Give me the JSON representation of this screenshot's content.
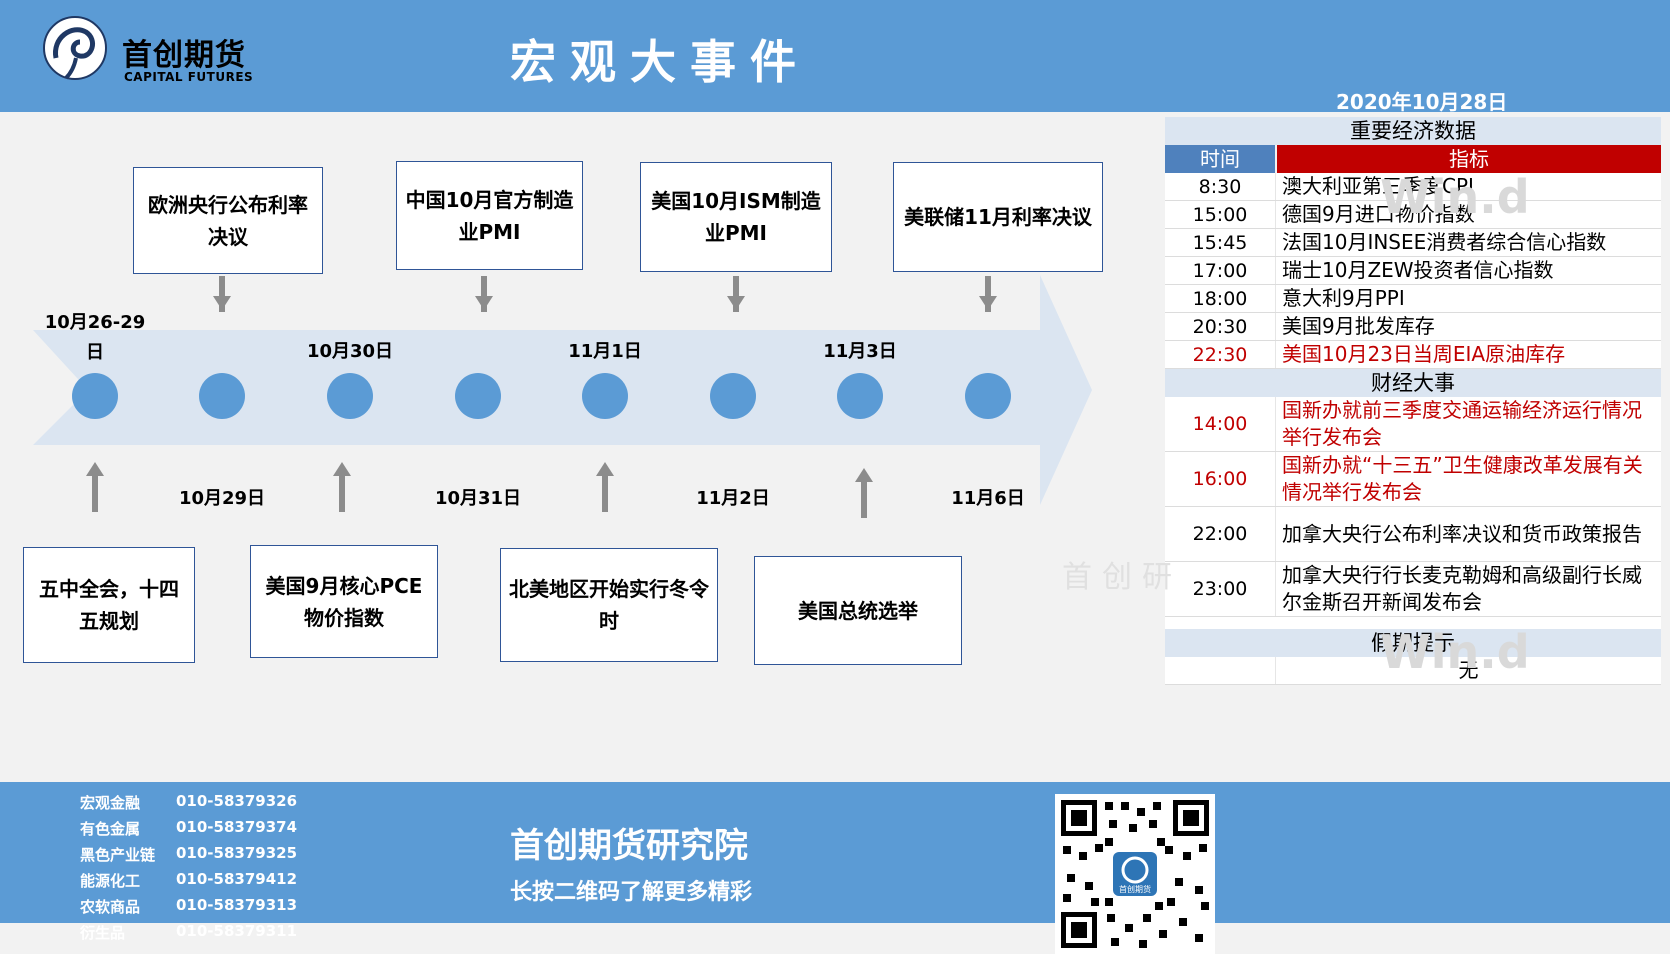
{
  "header": {
    "logo_cn": "首创期货",
    "logo_en": "CAPITAL FUTURES",
    "title": "宏观大事件",
    "date": "2020年10月28日"
  },
  "timeline": {
    "dates_top": [
      "10月26-29日",
      "10月30日",
      "11月1日",
      "11月3日"
    ],
    "dates_bottom": [
      "10月29日",
      "10月31日",
      "11月2日",
      "11月6日"
    ],
    "events_top": [
      "欧洲央行公布利率决议",
      "中国10月官方制造业PMI",
      "美国10月ISM制造业PMI",
      "美联储11月利率决议"
    ],
    "events_bottom": [
      "五中全会，十四五规划",
      "美国9月核心PCE物价指数",
      "北美地区开始实行冬令时",
      "美国总统选举"
    ]
  },
  "panel": {
    "econ_title": "重要经济数据",
    "col_time": "时间",
    "col_indicator": "指标",
    "econ_rows": [
      {
        "time": "8:30",
        "indicator": "澳大利亚第三季度CPI"
      },
      {
        "time": "15:00",
        "indicator": "德国9月进口物价指数"
      },
      {
        "time": "15:45",
        "indicator": "法国10月INSEE消费者综合信心指数"
      },
      {
        "time": "17:00",
        "indicator": "瑞士10月ZEW投资者信心指数"
      },
      {
        "time": "18:00",
        "indicator": "意大利9月PPI"
      },
      {
        "time": "20:30",
        "indicator": "美国9月批发库存"
      },
      {
        "time": "22:30",
        "indicator": "美国10月23日当周EIA原油库存"
      }
    ],
    "events_title": "财经大事",
    "event_rows": [
      {
        "time": "14:00",
        "event": "国新办就前三季度交通运输经济运行情况举行发布会"
      },
      {
        "time": "16:00",
        "event": "国新办就“十三五”卫生健康改革发展有关情况举行发布会"
      },
      {
        "time": "22:00",
        "event": "加拿大央行公布利率决议和货币政策报告"
      },
      {
        "time": "23:00",
        "event": "加拿大央行行长麦克勒姆和高级副行长威尔金斯召开新闻发布会"
      }
    ],
    "holiday_title": "假期提示",
    "holiday_value": "无",
    "watermark1": "Win.d",
    "watermark2": "Win.d",
    "watermark3": "首创研"
  },
  "footer": {
    "contacts": [
      {
        "name": "宏观金融",
        "phone": "010-58379326"
      },
      {
        "name": "有色金属",
        "phone": "010-58379374"
      },
      {
        "name": "黑色产业链",
        "phone": "010-58379325"
      },
      {
        "name": "能源化工",
        "phone": "010-58379412"
      },
      {
        "name": "农软商品",
        "phone": "010-58379313"
      },
      {
        "name": "衍生品",
        "phone": "010-58379311"
      }
    ],
    "title": "首创期货研究院",
    "subtitle": "长按二维码了解更多精彩",
    "qr_center_text": "首创期货"
  },
  "colors": {
    "header_blue": "#5b9bd5",
    "arrow_fill": "#dbe5f1",
    "dot_blue": "#5b9bd5",
    "accent_red": "#c00000",
    "table_header_blue": "#4f81bd"
  },
  "icons": [
    "logo-mark-icon",
    "down-arrow-icon",
    "up-arrow-icon",
    "qr-code-icon"
  ]
}
